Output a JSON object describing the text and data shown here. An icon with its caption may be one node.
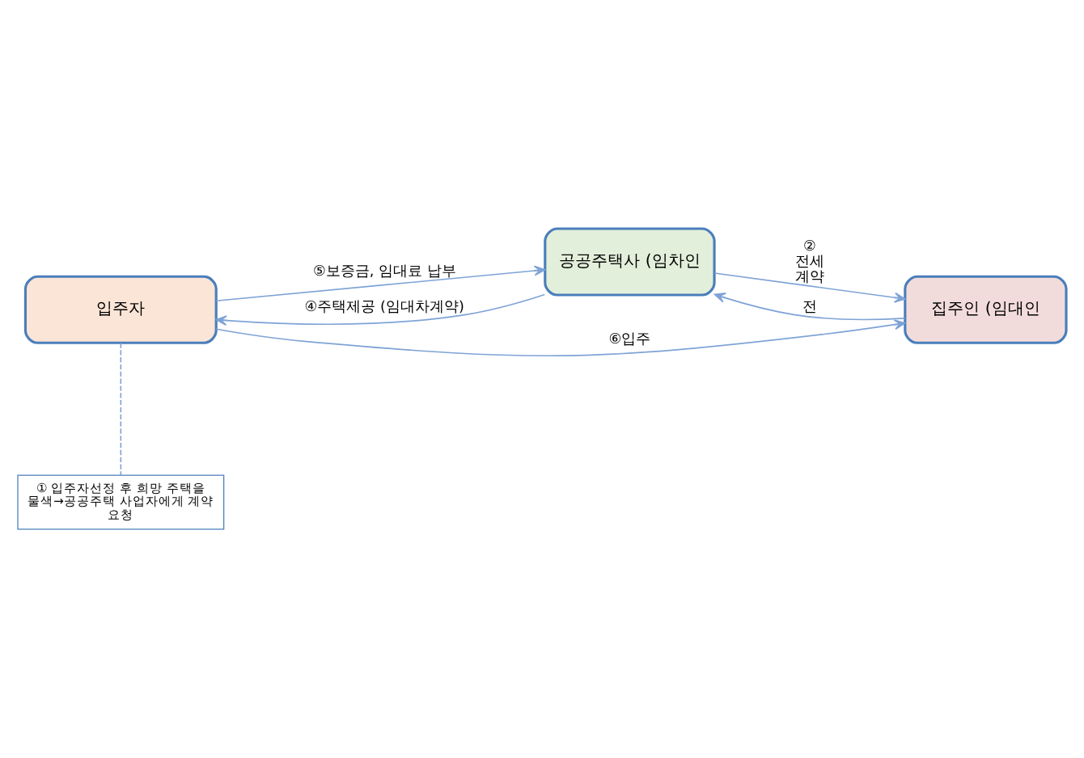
{
  "diagram": {
    "nodes": [
      {
        "text": [
          "입주자"
        ]
      },
      {
        "text": [
          "공공주택사 (임차인"
        ]
      },
      {
        "text": [
          "집주인 (임대인"
        ]
      },
      {
        "text": [
          "① 입주자선정 후 희망 주택을 물색→공공주택 사업자에게 계약 요청"
        ]
      }
    ],
    "edges": [
      {
        "from": 1,
        "to": 0,
        "arrow": "to",
        "label": "④주택제공 (임대차계약)"
      },
      {
        "from": 0,
        "to": 1,
        "arrow": "to",
        "label": "⑤보증금, 임대료 납부"
      },
      {
        "from": 0,
        "to": 2,
        "arrow": "to",
        "label": "⑥입주"
      },
      {
        "from": 1,
        "to": 2,
        "arrow": "to",
        "label": "② 전세 계약"
      },
      {
        "from": 2,
        "to": 1,
        "arrow": "to",
        "label": "전"
      },
      {
        "from": 0,
        "to": 3,
        "arrow": "none",
        "style": "dashed"
      }
    ]
  }
}
